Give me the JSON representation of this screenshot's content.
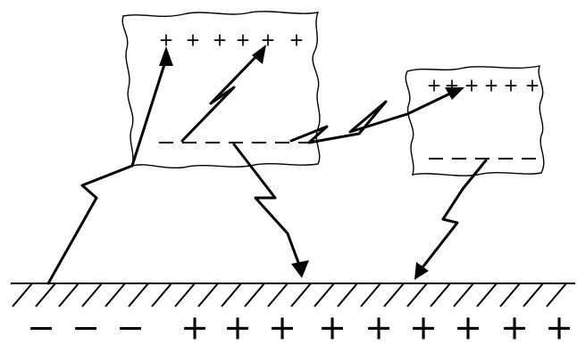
{
  "cloud_left": {
    "top_charges": [
      "+",
      "+",
      "+",
      "+",
      "+",
      "+"
    ],
    "bottom_charges": [
      "−",
      "−",
      "−",
      "−",
      "−",
      "−",
      "−"
    ]
  },
  "cloud_right": {
    "top_charges": [
      "+",
      "+",
      "+",
      "+",
      "+",
      "+"
    ],
    "bottom_charges": [
      "−",
      "−",
      "−",
      "−",
      "−"
    ]
  },
  "ground": {
    "negative_charges": [
      "−",
      "−",
      "−"
    ],
    "positive_charges": [
      "+",
      "+",
      "+",
      "+",
      "+",
      "+",
      "+",
      "+",
      "+"
    ]
  },
  "lightning": [
    "ground-to-cloud-left-top",
    "cloud-left-intracloud",
    "cloud-left-to-cloud-right",
    "cloud-left-to-ground",
    "cloud-right-to-ground"
  ]
}
